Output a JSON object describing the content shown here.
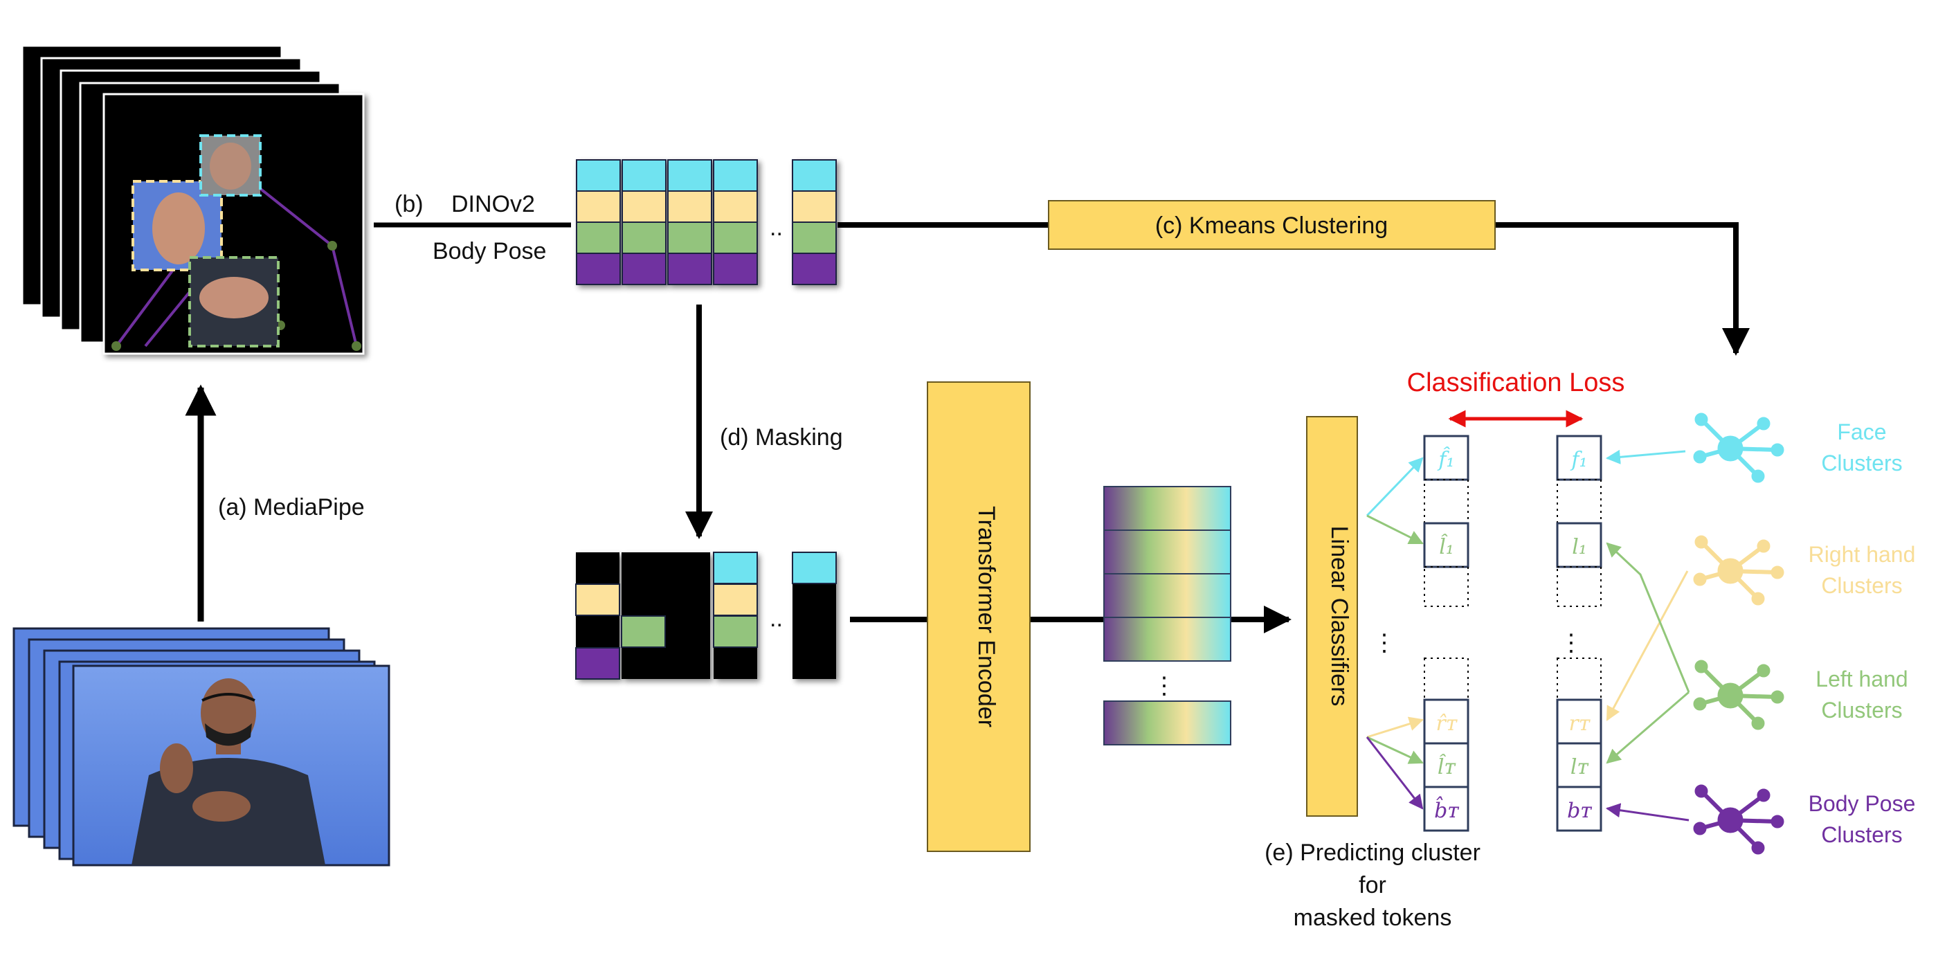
{
  "labels": {
    "a": "(a) MediaPipe",
    "b": "(b)",
    "dino": "DINOv2",
    "body_pose": "Body Pose",
    "c": "(c) Kmeans Clustering",
    "d": "(d) Masking",
    "transformer": "Transformer Encoder",
    "linear": "Linear Classifiers",
    "loss": "Classification Loss",
    "e_line1": "(e) Predicting cluster",
    "e_line2": "for",
    "e_line3": "masked tokens",
    "ellipsis": "..",
    "vdots": "⋮"
  },
  "clusters": [
    {
      "line1": "Face",
      "line2": "Clusters",
      "color": "#6fe3f0"
    },
    {
      "line1": "Right hand",
      "line2": "Clusters",
      "color": "#f8dd96"
    },
    {
      "line1": "Left hand",
      "line2": "Clusters",
      "color": "#92c77a"
    },
    {
      "line1": "Body Pose",
      "line2": "Clusters",
      "color": "#7030a0"
    }
  ],
  "tokens": {
    "pred": [
      "f̂₁",
      "l̂₁",
      "r̂ᴛ",
      "l̂ᴛ",
      "b̂ᴛ"
    ],
    "target": [
      "f₁",
      "l₁",
      "rᴛ",
      "lᴛ",
      "bᴛ"
    ]
  },
  "colors": {
    "face": "#6fe3f0",
    "right_hand": "#fde29c",
    "left_hand": "#93c47d",
    "body": "#7030a0",
    "yellow_block": "#fdd866",
    "loss_red": "#e8100f",
    "border_navy": "#2f3d5c"
  }
}
